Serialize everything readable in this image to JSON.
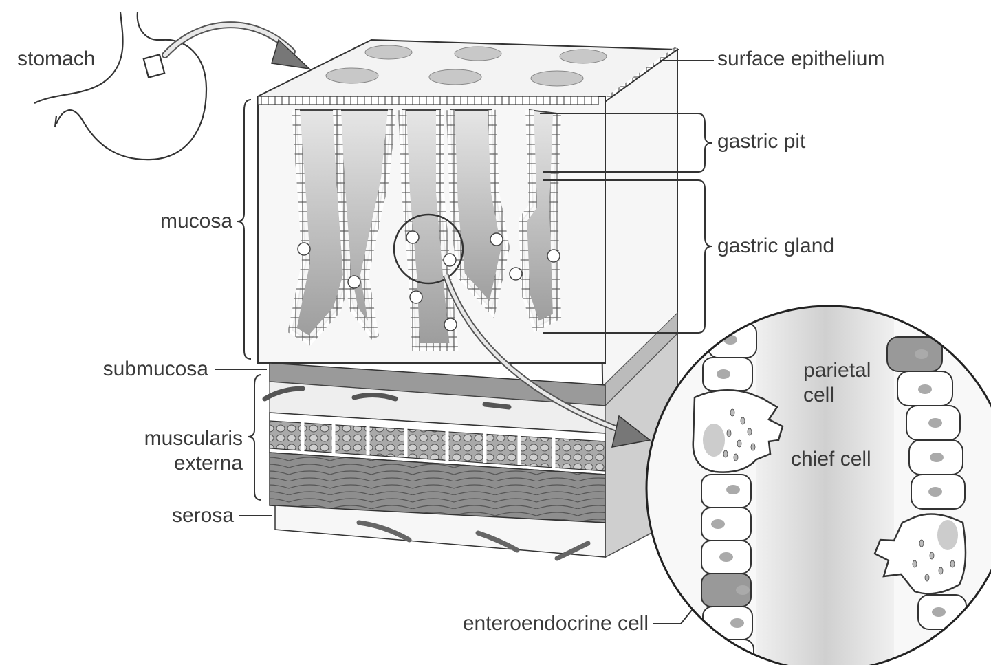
{
  "labels": {
    "stomach": "stomach",
    "surface_epithelium": "surface epithelium",
    "gastric_pit": "gastric pit",
    "gastric_gland": "gastric gland",
    "mucosa": "mucosa",
    "submucosa": "submucosa",
    "muscularis_line1": "muscularis",
    "muscularis_line2": "externa",
    "serosa": "serosa",
    "parietal_line1": "parietal",
    "parietal_line2": "cell",
    "chief_cell": "chief cell",
    "enteroendocrine_cell": "enteroendocrine cell"
  },
  "colors": {
    "ink": "#3a3a3a",
    "mucosa_fill": "#f4f4f4",
    "gland_shade": "#bdbdbd",
    "muscle_dark": "#8a8a8a",
    "submucosa": "#e6e6e6",
    "cell_fill": "#ffffff"
  }
}
